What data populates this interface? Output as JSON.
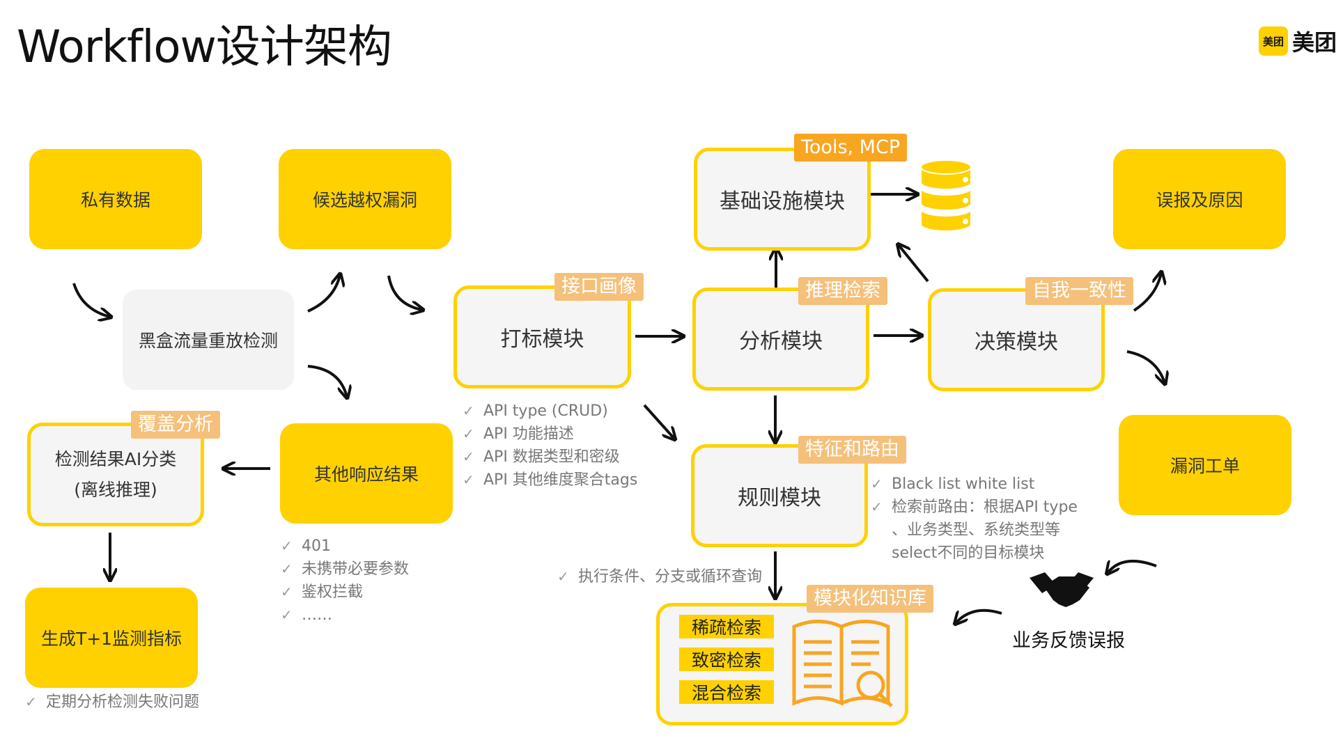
{
  "title": "Workflow设计架构",
  "logo": {
    "badge": "美团",
    "text": "美团"
  },
  "colors": {
    "accent": "#FFD100",
    "tag": "#F8A522",
    "muted": "#777777"
  },
  "nodes": {
    "private_data": "私有数据",
    "candidate_vuln": "候选越权漏洞",
    "blackbox": "黑盒流量重放检测",
    "other_response": "其他响应结果",
    "ai_classify": "检测结果AI分类(离线推理)",
    "metrics": "生成T+1监测指标",
    "tagging": "打标模块",
    "infra": "基础设施模块",
    "analysis": "分析模块",
    "decision": "决策模块",
    "rules": "规则模块",
    "false_report": "误报及原因",
    "vuln_ticket": "漏洞工单",
    "feedback": "业务反馈误报"
  },
  "tags": {
    "coverage": "覆盖分析",
    "interface": "接口画像",
    "tools": "Tools, MCP",
    "reasoning": "推理检索",
    "consistency": "自我一致性",
    "routing": "特征和路由",
    "knowledge": "模块化知识库"
  },
  "knowledge_base": {
    "items": [
      "稀疏检索",
      "致密检索",
      "混合检索"
    ],
    "icon": "open-book-search-icon"
  },
  "checklists": {
    "other_response": [
      "401",
      "未携带必要参数",
      "鉴权拦截",
      "……"
    ],
    "metrics": [
      "定期分析检测失败问题"
    ],
    "tagging": [
      "API type (CRUD)",
      "API 功能描述",
      "API 数据类型和密级",
      "API 其他维度聚合tags"
    ],
    "rules": [
      "Black list white list",
      "检索前路由：根据API type 、业务类型、系统类型等select不同的目标模块"
    ],
    "exec": [
      "执行条件、分支或循环查询"
    ]
  },
  "icons": [
    "database-icon",
    "handshake-icon",
    "open-book-search-icon",
    "arrow-icon"
  ]
}
